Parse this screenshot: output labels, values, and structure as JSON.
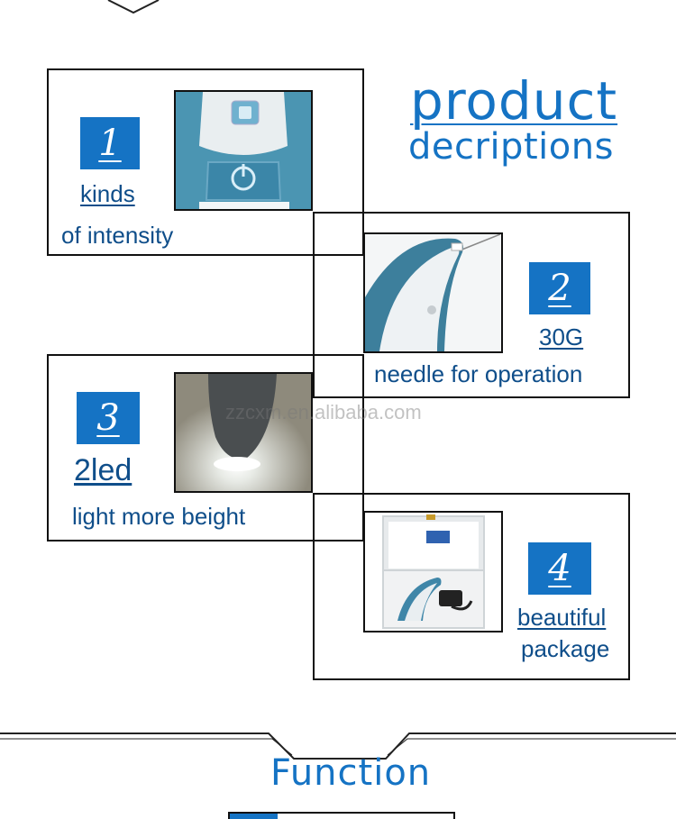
{
  "header": {
    "title_line1": "product",
    "title_line2": "decriptions"
  },
  "features": [
    {
      "number": "1",
      "label_line1": "kinds",
      "label_line2": "of intensity"
    },
    {
      "number": "2",
      "label_line1": "30G",
      "label_line2": "needle for operation"
    },
    {
      "number": "3",
      "label_line1": "2led",
      "label_line2": "light more beight"
    },
    {
      "number": "4",
      "label_line1": "beautiful",
      "label_line2": "package"
    }
  ],
  "watermark": "zzcxm.en.alibaba.com",
  "footer": {
    "section_title": "Function"
  },
  "colors": {
    "accent": "#1573c4",
    "label": "#0f4e8a"
  }
}
